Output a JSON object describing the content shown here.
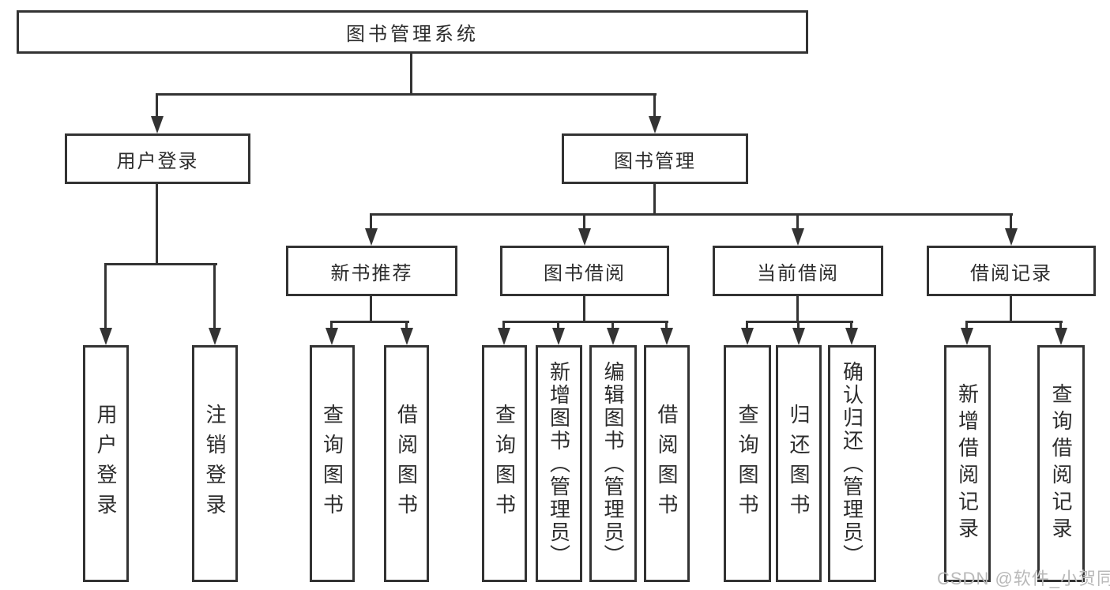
{
  "nodes": {
    "root": "图书管理系统",
    "user_login": "用户登录",
    "book_management": "图书管理",
    "new_book_recommend": "新书推荐",
    "book_borrow": "图书借阅",
    "current_borrow": "当前借阅",
    "borrow_records": "借阅记录",
    "leaf_user_login": "用户登录",
    "leaf_logout": "注销登录",
    "rec_query_books": "查询图书",
    "rec_borrow_books": "借阅图书",
    "bor_query_books": "查询图书",
    "bor_add_books": "新增图书（管理员）",
    "bor_edit_books": "编辑图书（管理员）",
    "bor_borrow_books": "借阅图书",
    "cur_query_books": "查询图书",
    "cur_return_books": "归还图书",
    "cur_confirm_return": "确认归还（管理员）",
    "recs_add_record": "新增借阅记录",
    "recs_query_record": "查询借阅记录"
  },
  "watermark": "CSDN @软件_小贺同学",
  "colors": {
    "line": "#333333",
    "text": "#2d2d2d",
    "watermark": "#b9b9b9"
  }
}
